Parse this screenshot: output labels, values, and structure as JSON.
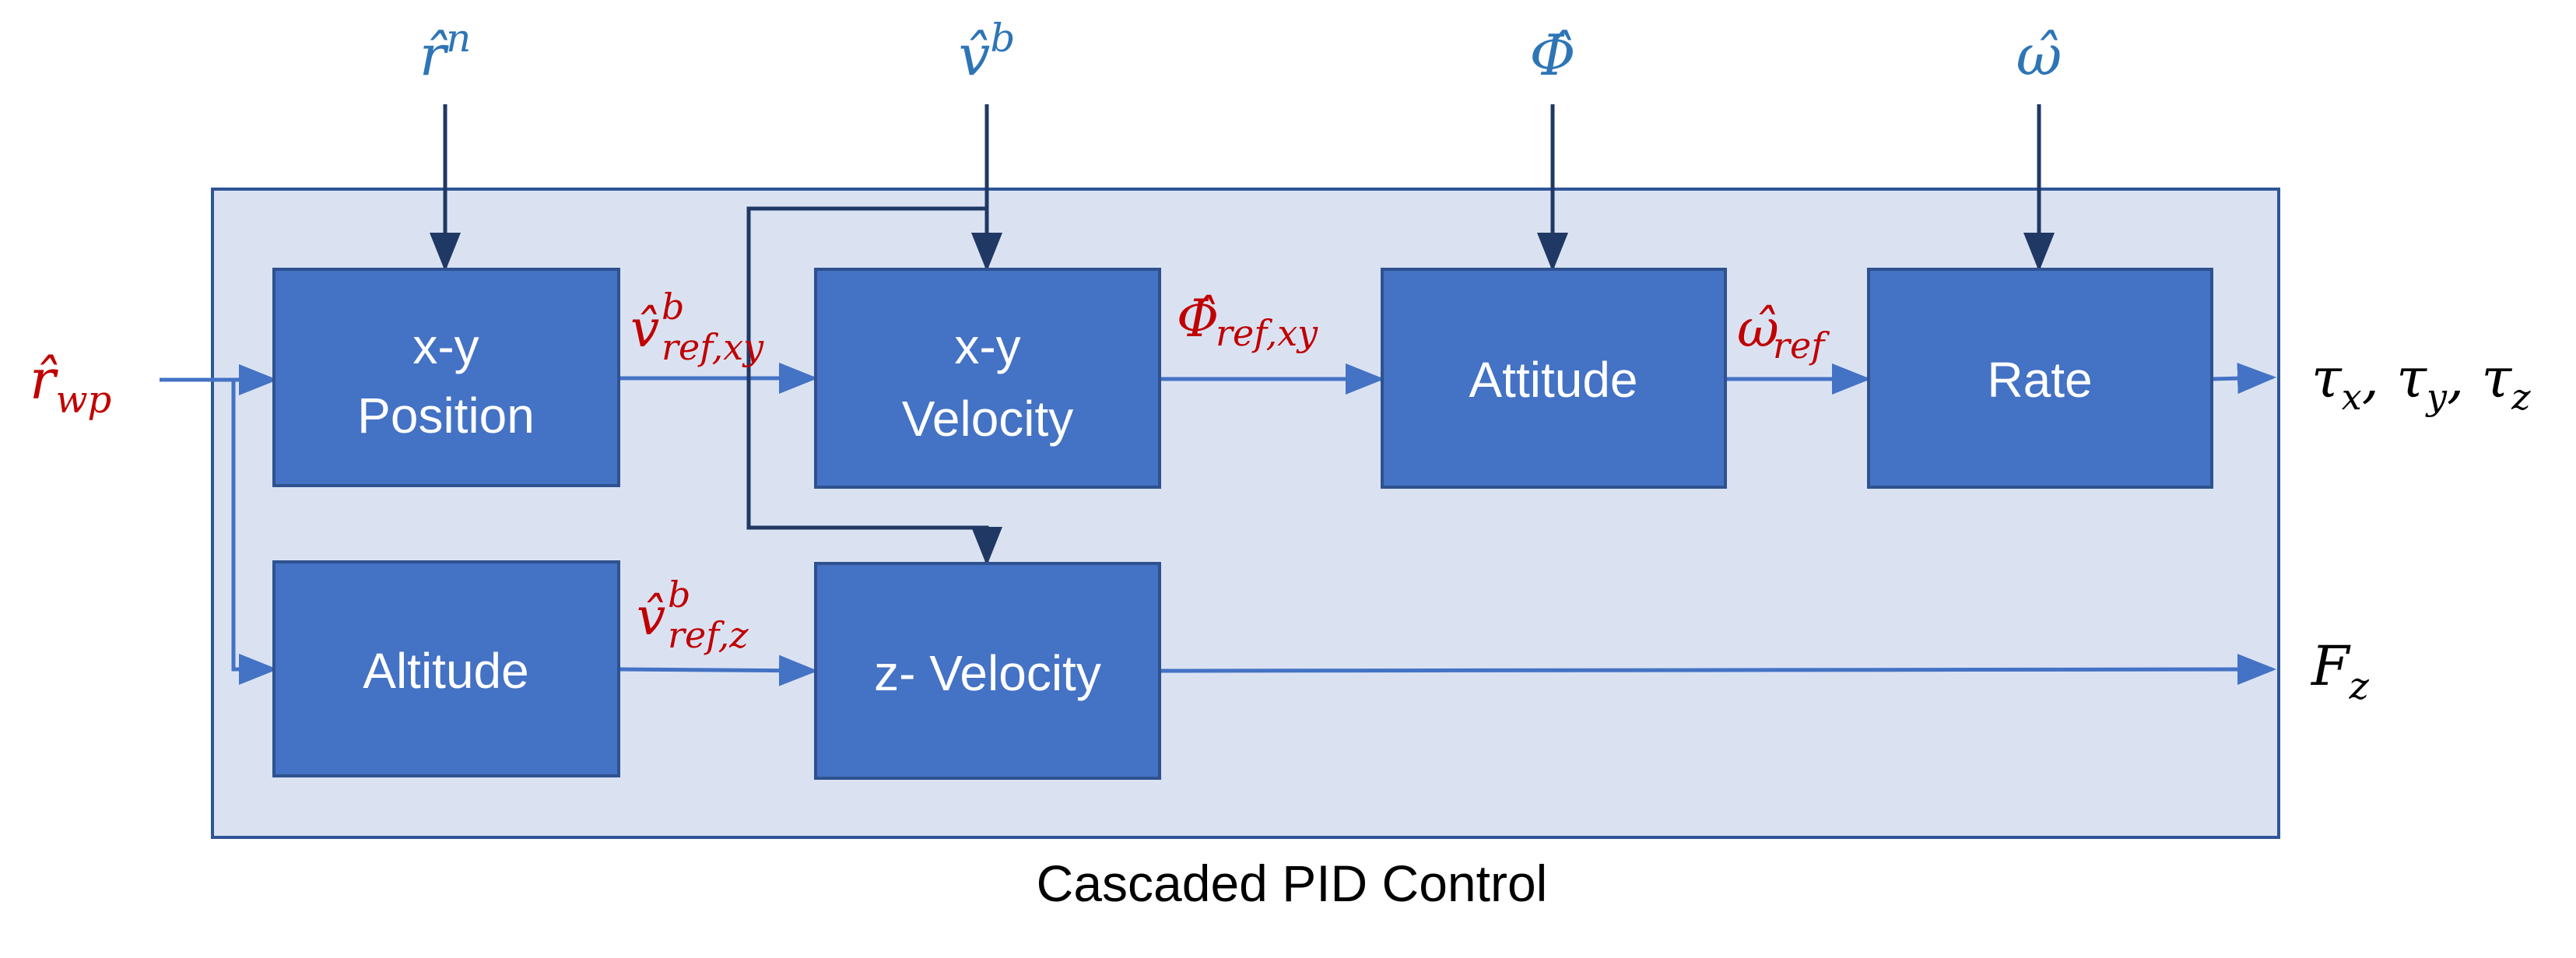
{
  "caption": "Cascaded PID Control",
  "colors": {
    "container_fill": "#DAE2F2",
    "container_border": "#2F5597",
    "block_fill": "#4472C4",
    "block_border": "#2F528F",
    "block_text": "#FFFFFF",
    "signal_line": "#4472C4",
    "feedback_line": "#203864",
    "reference_text": "#C00000",
    "feedback_text": "#2E75B6",
    "output_text": "#000000"
  },
  "blocks": {
    "xy_position": [
      "x-y",
      "Position"
    ],
    "xy_velocity": [
      "x-y",
      "Velocity"
    ],
    "attitude": "Attitude",
    "rate": "Rate",
    "altitude": "Altitude",
    "z_velocity": "z- Velocity"
  },
  "feedback_signals": {
    "position": {
      "base": "r̂",
      "sup": "n"
    },
    "velocity": {
      "base": "v̂",
      "sup": "b"
    },
    "attitude": {
      "base": "Φ̂"
    },
    "rate": {
      "base": "ω̂"
    }
  },
  "reference_signals": {
    "waypoint": {
      "base": "r̂",
      "sub": "wp"
    },
    "v_ref_xy": {
      "base": "v̂",
      "sup": "b",
      "sub": "ref,xy"
    },
    "phi_ref_xy": {
      "base": "Φ̂",
      "sub": "ref,xy"
    },
    "omega_ref": {
      "base": "ω̂",
      "sub": "ref"
    },
    "v_ref_z": {
      "base": "v̂",
      "sup": "b",
      "sub": "ref,z"
    }
  },
  "outputs": {
    "torques": [
      {
        "base": "τ",
        "sub": "x"
      },
      {
        "base": "τ",
        "sub": "y"
      },
      {
        "base": "τ",
        "sub": "z"
      }
    ],
    "torque_separator": ", ",
    "force": {
      "base": "F",
      "sub": "z"
    }
  }
}
